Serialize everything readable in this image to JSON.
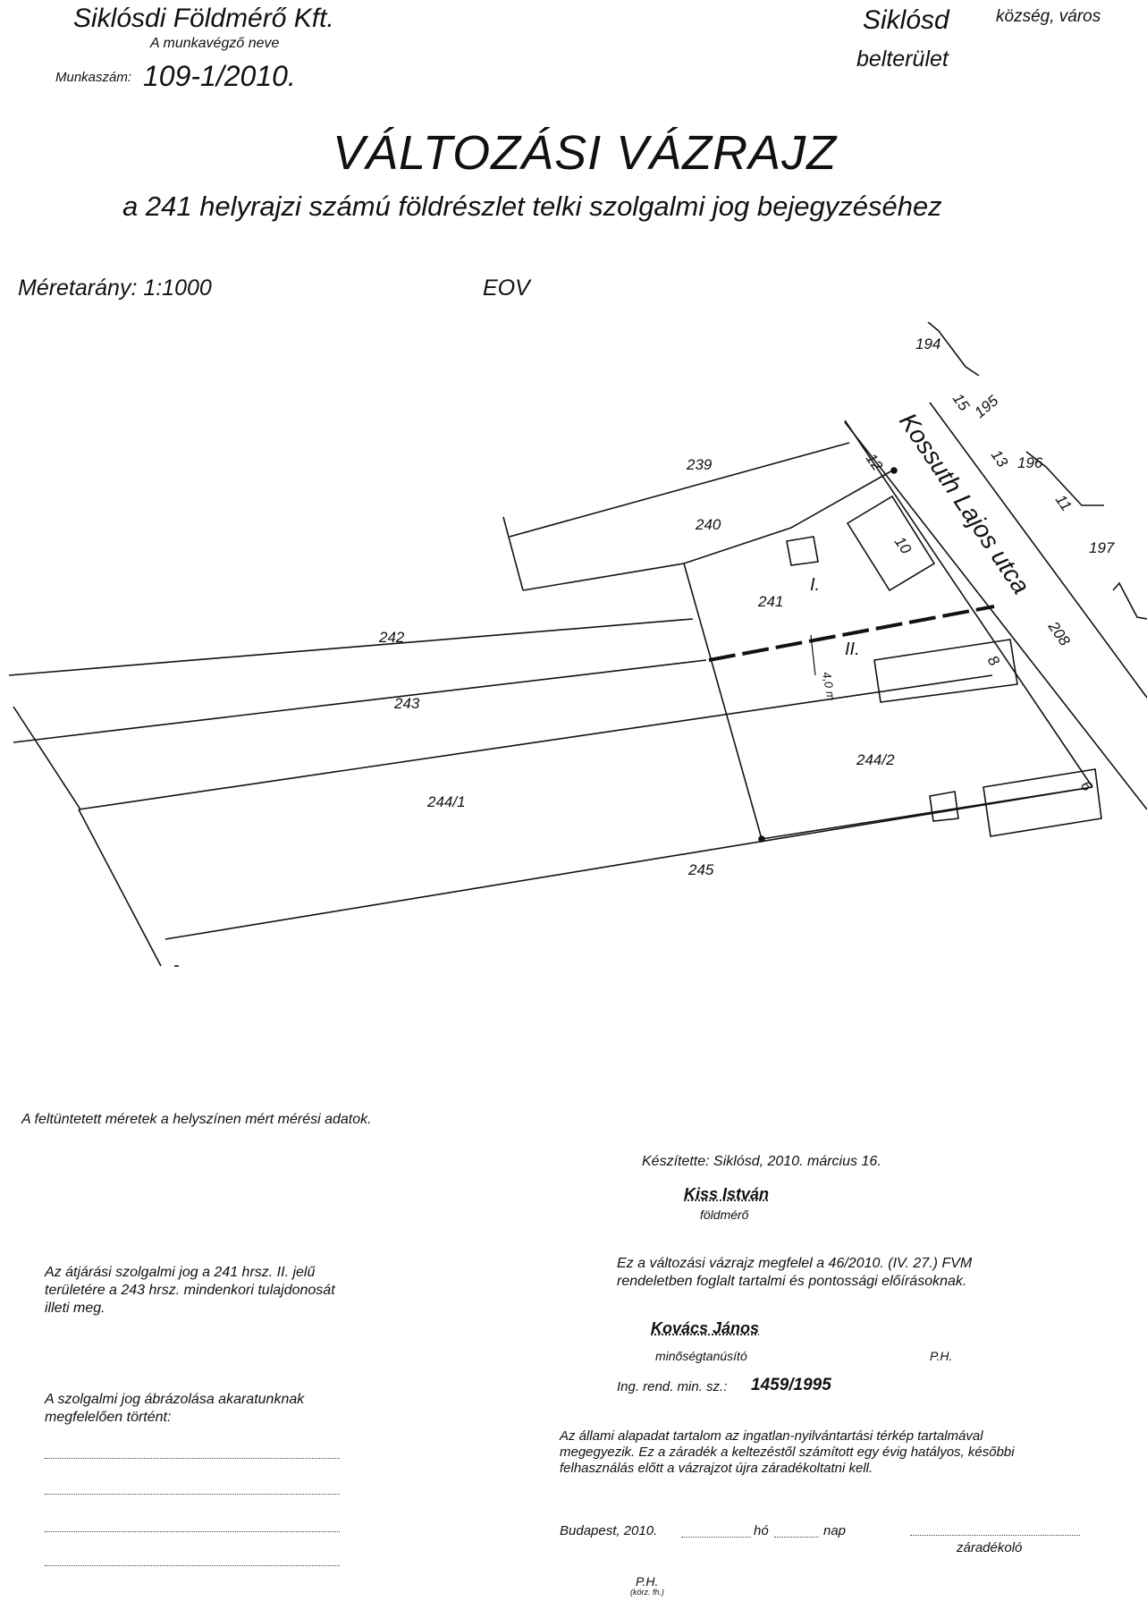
{
  "header": {
    "company": "Siklósdi Földmérő Kft.",
    "company_caption": "A munkavégző neve",
    "job_label": "Munkaszám:",
    "job_number": "109-1/2010.",
    "municipality": "Siklósd",
    "municipality_type": "község, város",
    "area": "belterület"
  },
  "title": "VÁLTOZÁSI VÁZRAJZ",
  "subtitle": "a 241 helyrajzi számú földrészlet telki szolgalmi jog bejegyzéséhez",
  "scale_label": "Méretarány: 1:1000",
  "projection": "EOV",
  "map": {
    "street": "Kossuth Lajos utca",
    "parcels": [
      "239",
      "240",
      "241",
      "242",
      "243",
      "244/1",
      "244/2",
      "245",
      "194",
      "195",
      "196",
      "197",
      "208"
    ],
    "house_numbers": [
      "15",
      "13",
      "11",
      "12",
      "10",
      "8",
      "6"
    ],
    "parts": [
      "I.",
      "II."
    ],
    "dimension": "4,0 m"
  },
  "note_measurements": "A feltüntetett méretek a helyszínen mért mérési adatok.",
  "prepared_by": "Készítette: Siklósd, 2010. március 16.",
  "surveyor_name": "Kiss István",
  "surveyor_role": "földmérő",
  "easement_text": [
    "Az átjárási szolgalmi jog a 241 hrsz. II. jelű",
    "területére a 243 hrsz. mindenkori tulajdonosát",
    "illeti meg."
  ],
  "conformity_text": [
    "Ez a változási vázrajz megfelel a 46/2010. (IV. 27.) FVM",
    "rendeletben foglalt tartalmi és pontossági előírásoknak."
  ],
  "qa_name": "Kovács János",
  "qa_role": "minőségtanúsító",
  "stamp": "P.H.",
  "reg_label": "Ing. rend. min. sz.:",
  "reg_number": "1459/1995",
  "will_text": [
    "A szolgalmi jog ábrázolása akaratunknak",
    "megfelelően történt:"
  ],
  "clause_text": [
    "Az állami alapadat tartalom az ingatlan-nyilvántartási térkép tartalmával",
    "megegyezik. Ez a záradék a keltezéstől számított egy évig hatályos, későbbi",
    "felhasználás előtt a vázrajzot újra záradékoltatni kell."
  ],
  "clause_place": "Budapest, 2010.",
  "clause_month": "hó",
  "clause_day": "nap",
  "clause_signer": "záradékoló",
  "office_stamp": "P.H.",
  "office_note": "(körz. fh.)"
}
